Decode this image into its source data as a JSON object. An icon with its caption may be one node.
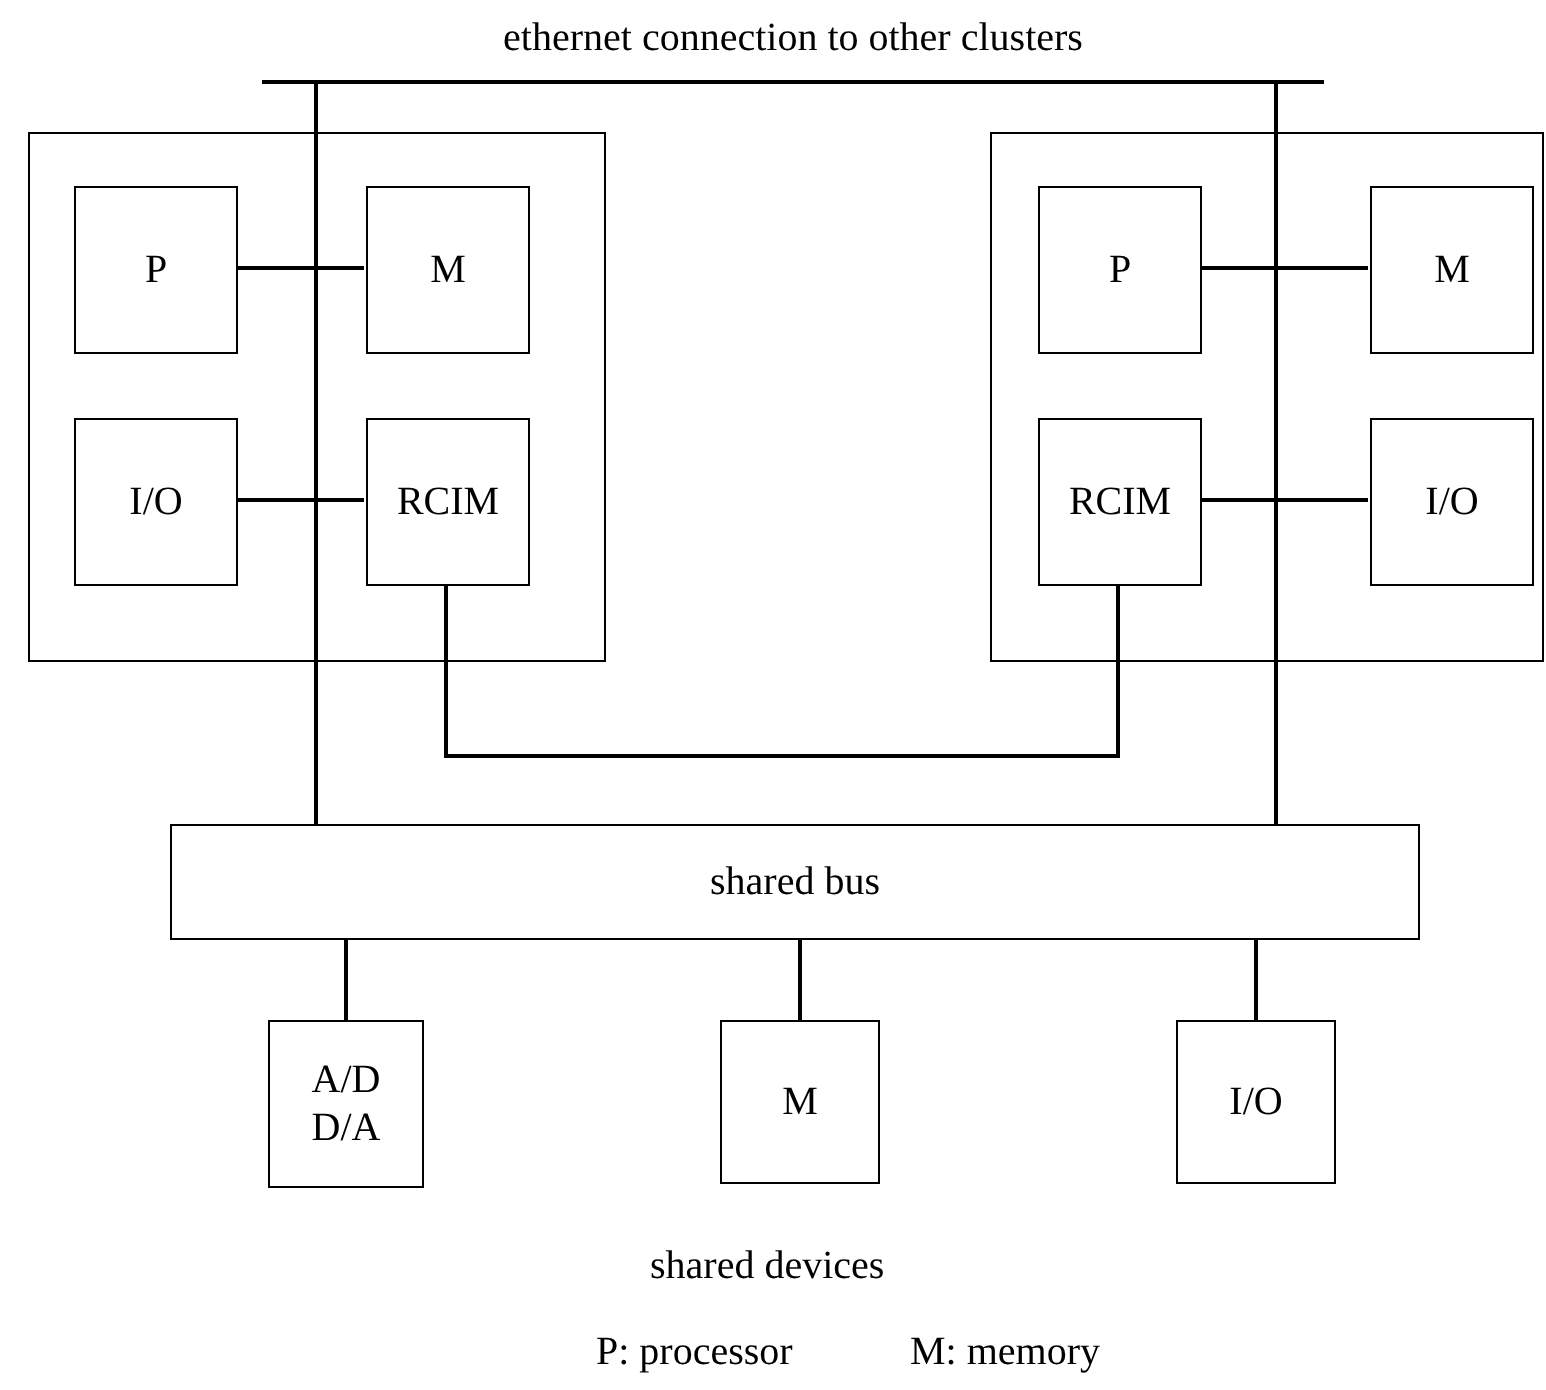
{
  "diagram": {
    "nodes": [
      {
        "text": [
          "ethernet connection to other clusters"
        ]
      },
      {
        "text": [],
        "shape": "box"
      },
      {
        "text": [
          "P"
        ],
        "in": 1
      },
      {
        "text": [
          "M"
        ],
        "in": 1
      },
      {
        "text": [
          "I/O"
        ],
        "in": 1
      },
      {
        "text": [
          "RCIM"
        ],
        "in": 1
      },
      {
        "text": [],
        "shape": "box"
      },
      {
        "text": [
          "P"
        ],
        "in": 6
      },
      {
        "text": [
          "M"
        ],
        "in": 6
      },
      {
        "text": [
          "RCIM"
        ],
        "in": 6
      },
      {
        "text": [
          "I/O"
        ],
        "in": 6
      },
      {
        "text": [
          "shared bus"
        ]
      },
      {
        "text": [
          "A/D D/A"
        ]
      },
      {
        "text": [
          "M"
        ]
      },
      {
        "text": [
          "I/O"
        ]
      }
    ],
    "edges": [
      {
        "from": 0,
        "to": 11,
        "arrow": "none"
      },
      {
        "from": 0,
        "to": 11,
        "arrow": "none"
      },
      {
        "from": 2,
        "to": 3,
        "arrow": "none"
      },
      {
        "from": 4,
        "to": 5,
        "arrow": "none"
      },
      {
        "from": 7,
        "to": 8,
        "arrow": "none"
      },
      {
        "from": 9,
        "to": 10,
        "arrow": "none"
      },
      {
        "from": 5,
        "to": 9,
        "arrow": "none"
      },
      {
        "from": 11,
        "to": 12,
        "arrow": "none"
      },
      {
        "from": 11,
        "to": 13,
        "arrow": "none"
      },
      {
        "from": 11,
        "to": 14,
        "arrow": "none"
      }
    ],
    "labels": [
      "shared devices",
      "P: processor",
      "M: memory"
    ]
  }
}
